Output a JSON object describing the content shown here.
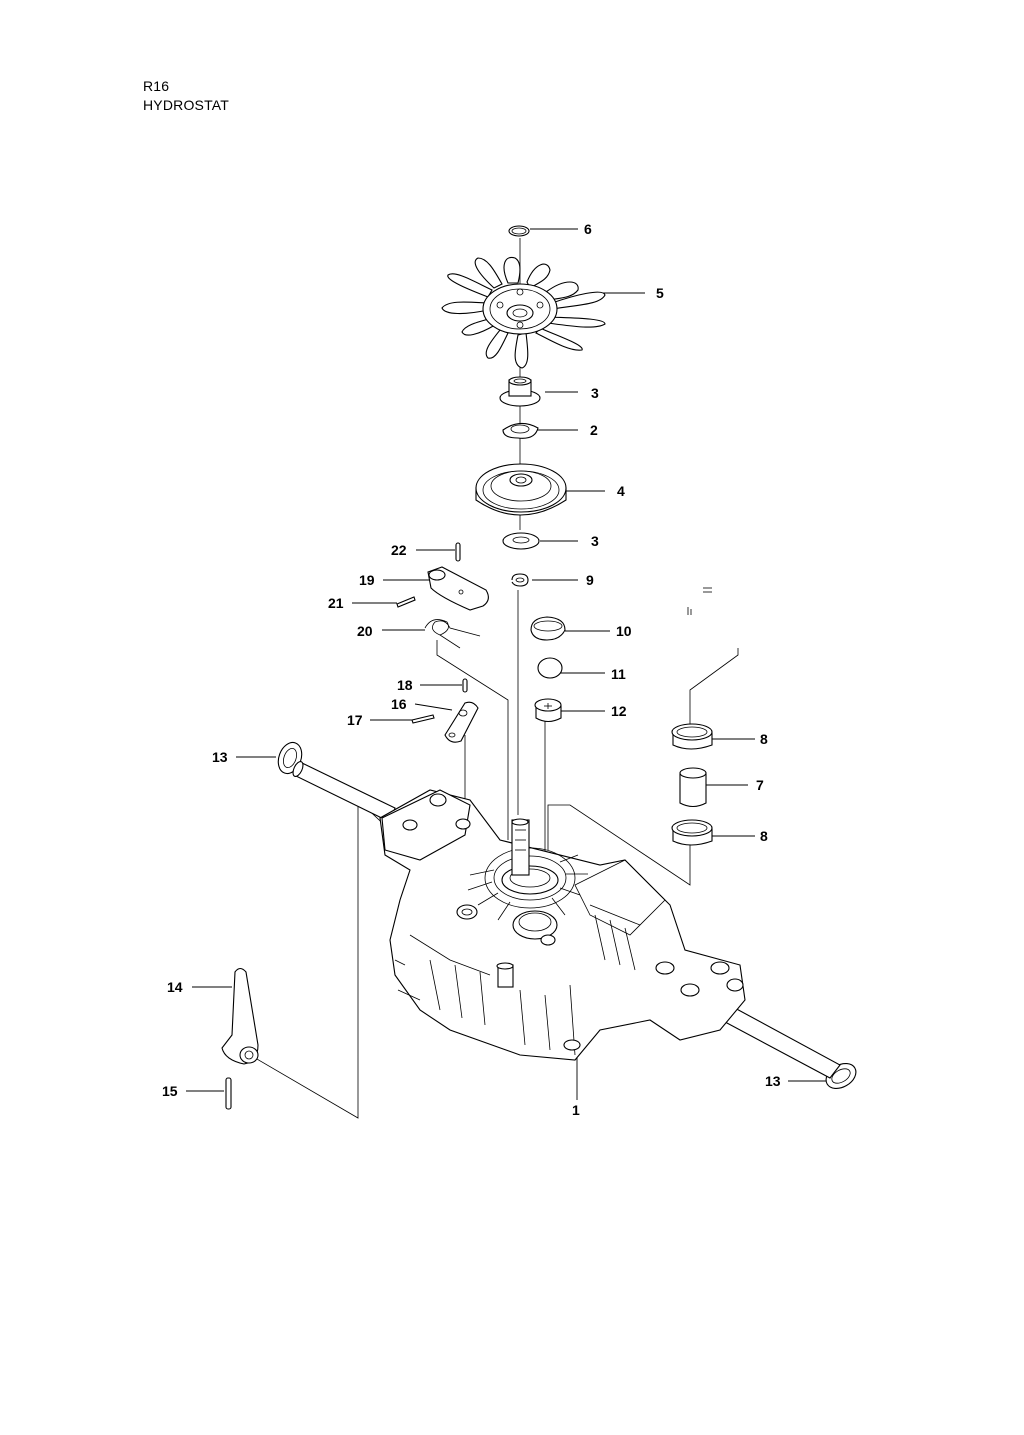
{
  "header": {
    "model": "R16",
    "title": "HYDROSTAT"
  },
  "callouts": [
    {
      "id": "c6",
      "label": "6"
    },
    {
      "id": "c5",
      "label": "5"
    },
    {
      "id": "c3a",
      "label": "3"
    },
    {
      "id": "c2",
      "label": "2"
    },
    {
      "id": "c4",
      "label": "4"
    },
    {
      "id": "c3b",
      "label": "3"
    },
    {
      "id": "c9",
      "label": "9"
    },
    {
      "id": "c10",
      "label": "10"
    },
    {
      "id": "c11",
      "label": "11"
    },
    {
      "id": "c12",
      "label": "12"
    },
    {
      "id": "c8a",
      "label": "8"
    },
    {
      "id": "c7",
      "label": "7"
    },
    {
      "id": "c8b",
      "label": "8"
    },
    {
      "id": "c22",
      "label": "22"
    },
    {
      "id": "c19",
      "label": "19"
    },
    {
      "id": "c21",
      "label": "21"
    },
    {
      "id": "c20",
      "label": "20"
    },
    {
      "id": "c18",
      "label": "18"
    },
    {
      "id": "c16",
      "label": "16"
    },
    {
      "id": "c17",
      "label": "17"
    },
    {
      "id": "c13a",
      "label": "13"
    },
    {
      "id": "c14",
      "label": "14"
    },
    {
      "id": "c15",
      "label": "15"
    },
    {
      "id": "c1",
      "label": "1"
    },
    {
      "id": "c13b",
      "label": "13"
    }
  ]
}
